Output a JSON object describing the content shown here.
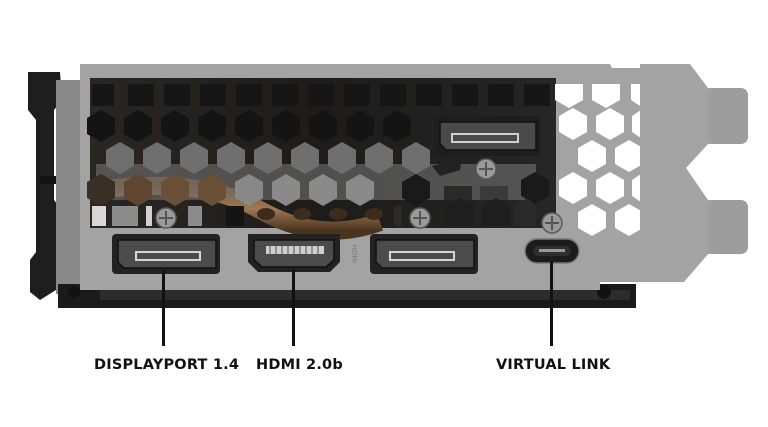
{
  "figure": {
    "subject": "Graphics card I/O bracket",
    "colors": {
      "background": "#ffffff",
      "bracket": "#a3a3a3",
      "bracket_shadow": "#8c8c8c",
      "bracket_dark": "#1c1c1c",
      "port_frame": "#2a2a2a",
      "label": "#111111"
    }
  },
  "callouts": [
    {
      "id": "displayport",
      "label": "DISPLAYPORT 1.4"
    },
    {
      "id": "hdmi",
      "label": "HDMI 2.0b"
    },
    {
      "id": "virtuallink",
      "label": "VIRTUAL LINK"
    }
  ],
  "ports": [
    {
      "type": "DisplayPort",
      "position": "bottom-left"
    },
    {
      "type": "HDMI",
      "position": "bottom-center-left",
      "engraving": "HDMI"
    },
    {
      "type": "DisplayPort",
      "position": "bottom-center-right"
    },
    {
      "type": "DisplayPort",
      "position": "top-right"
    },
    {
      "type": "USB-C VirtualLink",
      "position": "bottom-right"
    }
  ]
}
